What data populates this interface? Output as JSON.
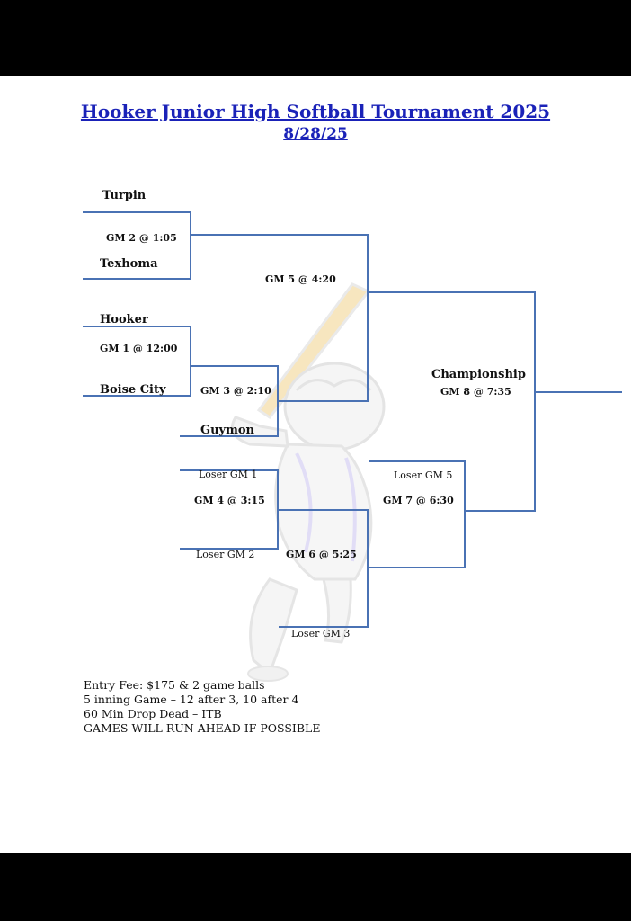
{
  "title": "Hooker Junior High Softball Tournament 2025",
  "date": "8/28/25",
  "teams": {
    "turpin": "Turpin",
    "texhoma": "Texhoma",
    "hooker": "Hooker",
    "boise_city": "Boise City",
    "guymon": "Guymon"
  },
  "games": {
    "gm1": "GM 1 @ 12:00",
    "gm2": "GM 2 @ 1:05",
    "gm3": "GM 3 @ 2:10",
    "gm4": "GM 4 @ 3:15",
    "gm5": "GM 5 @ 4:20",
    "gm6": "GM 6 @ 5:25",
    "gm7": "GM 7 @ 6:30",
    "gm8": "GM 8 @ 7:35"
  },
  "losers": {
    "gm1": "Loser GM 1",
    "gm2": "Loser GM 2",
    "gm3": "Loser GM 3",
    "gm5": "Loser GM 5"
  },
  "championship": "Championship",
  "notes": [
    "Entry Fee: $175 & 2 game balls",
    "5 inning Game – 12 after 3, 10 after 4",
    "60 Min Drop Dead – ITB",
    "GAMES WILL RUN AHEAD IF POSSIBLE"
  ],
  "colors": {
    "title": "#1a22b8",
    "bracket_line": "#4a72b4",
    "mascot_accent": "#f2d28c"
  },
  "icons": {
    "mascot": "bulldog-batter-mascot"
  }
}
